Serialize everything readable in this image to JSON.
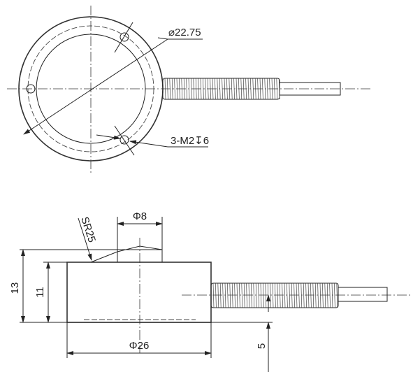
{
  "top_view": {
    "diameter_label": "⌀22.75",
    "hole_label": "3-M2↧6"
  },
  "side_view": {
    "sphere_radius_label": "SR25",
    "cap_diameter_label": "Φ8",
    "height_total_label": "13",
    "height_body_label": "11",
    "body_diameter_label": "Φ26",
    "cable_height_label": "5"
  }
}
